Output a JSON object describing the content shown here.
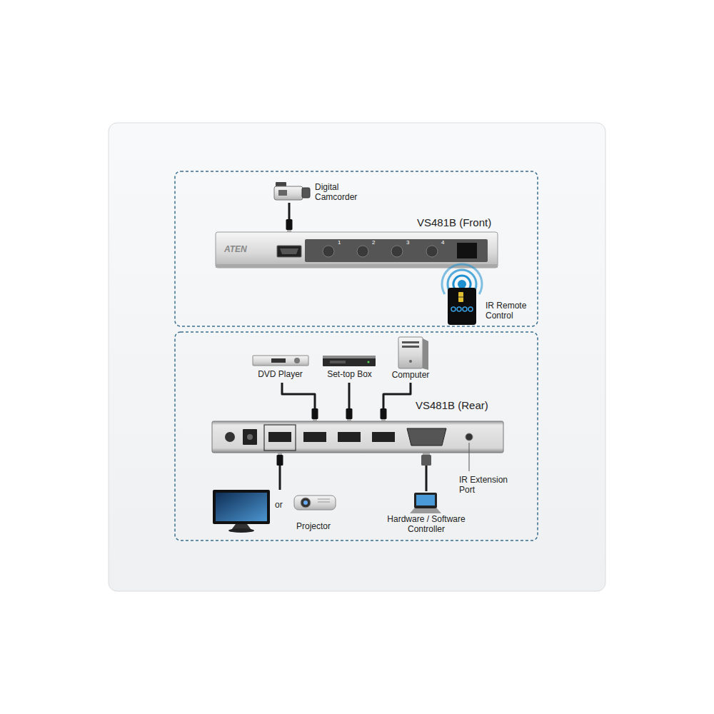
{
  "diagram": {
    "nodes": [
      {
        "text": [
          "Digital Camcorder"
        ]
      },
      {
        "text": [
          "VS481B (Front)",
          "ATEN",
          "1",
          "2",
          "3",
          "4"
        ]
      },
      {
        "text": [
          "IR Remote Control"
        ]
      },
      {
        "text": [
          "DVD Player"
        ]
      },
      {
        "text": [
          "Set-top Box"
        ]
      },
      {
        "text": [
          "Computer"
        ]
      },
      {
        "text": [
          "VS481B (Rear)"
        ]
      },
      {
        "text": [
          "Projector"
        ]
      },
      {
        "text": [
          "Hardware / Software Controller"
        ]
      }
    ],
    "edges": [
      {
        "from": 0,
        "to": 1,
        "arrow": "none"
      },
      {
        "from": 3,
        "to": 6,
        "arrow": "none"
      },
      {
        "from": 4,
        "to": 6,
        "arrow": "none"
      },
      {
        "from": 5,
        "to": 6,
        "arrow": "none"
      },
      {
        "from": 6,
        "to": 7,
        "arrow": "none"
      },
      {
        "from": 8,
        "to": 6,
        "arrow": "none"
      }
    ],
    "labels": [
      "or",
      "IR Extension Port"
    ]
  }
}
